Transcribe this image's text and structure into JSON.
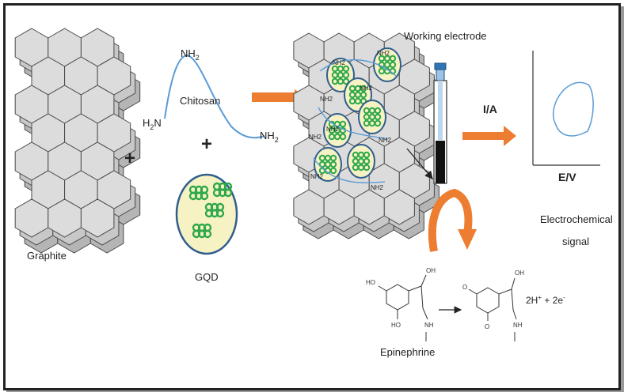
{
  "labels": {
    "graphite": "Graphite",
    "gqd": "GQD",
    "chitosan": "Chitosan",
    "nh2": "NH",
    "h2n": "H",
    "sub2": "2",
    "n": "N",
    "plus": "+",
    "working_electrode": "Working electrode",
    "y_axis": "I/A",
    "x_axis": "E/V",
    "signal_line1": "Electrochemical",
    "signal_line2": "signal",
    "epinephrine": "Epinephrine",
    "oh": "OH",
    "ho": "HO",
    "o": "O",
    "nh": "NH",
    "products": "2H",
    "plus_sup": "+",
    "e_part": " + 2e",
    "minus_sup": "-"
  },
  "colors": {
    "hex_fill": "#d4d4d4",
    "hex_stroke": "#4a4a4a",
    "chain": "#5b9bd5",
    "arrow_orange": "#ed7d31",
    "gqd_fill": "#f7f2c4",
    "gqd_dots": "#2ea84a"
  }
}
